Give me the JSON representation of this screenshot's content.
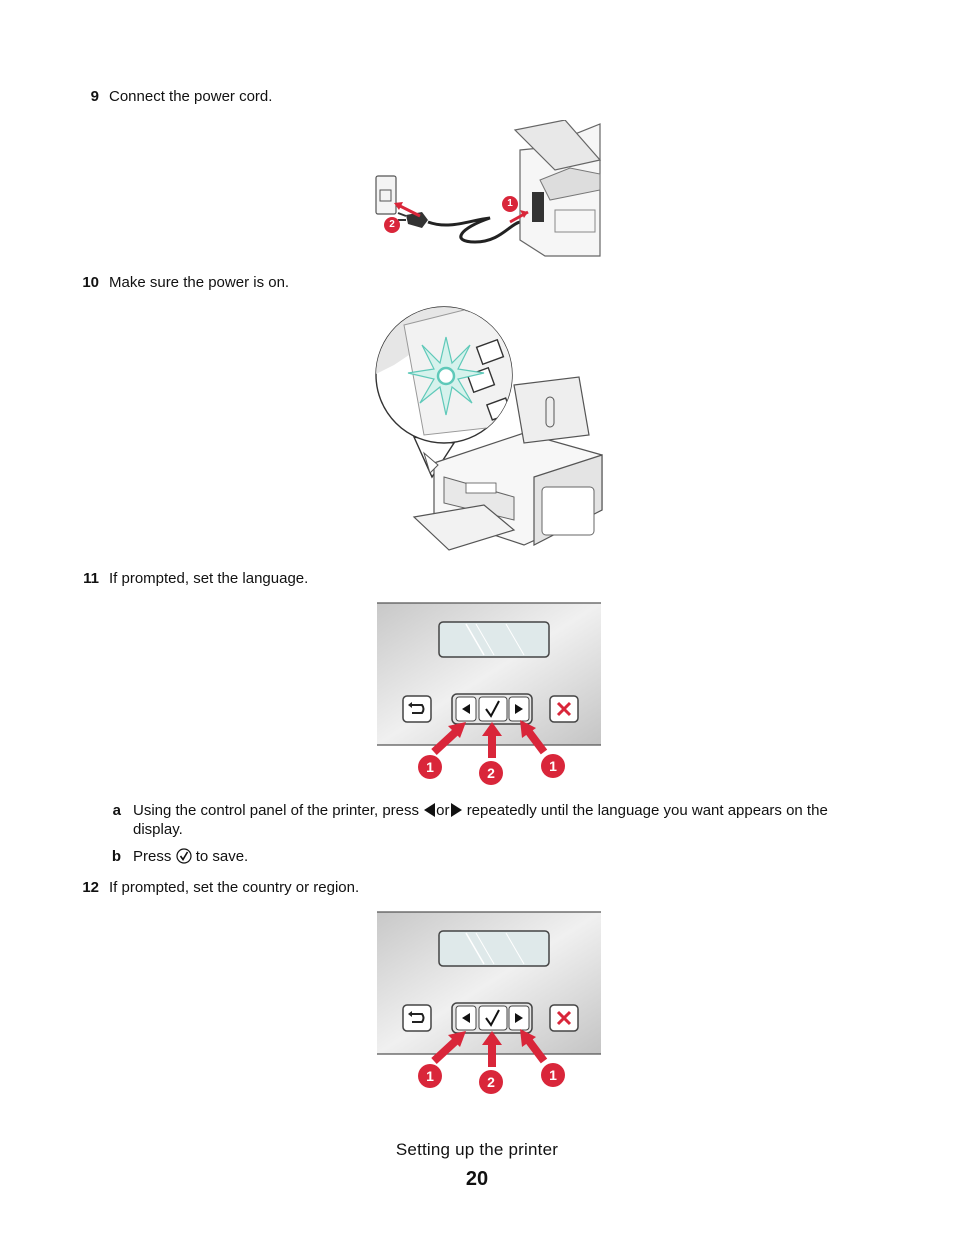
{
  "steps": {
    "s9": {
      "num": "9",
      "text": "Connect the power cord."
    },
    "s10": {
      "num": "10",
      "text": "Make sure the power is on."
    },
    "s11": {
      "num": "11",
      "text": "If prompted, set the language."
    },
    "s12": {
      "num": "12",
      "text": "If prompted, set the country or region."
    }
  },
  "substeps": {
    "a": {
      "letter": "a",
      "pre": "Using the control panel of the printer, press",
      "mid": "or",
      "post": "repeatedly until the language you want appears on the",
      "cont": "display."
    },
    "b": {
      "letter": "b",
      "pre": "Press",
      "post": "to save."
    }
  },
  "callouts": {
    "one": "1",
    "two": "2"
  },
  "footer": {
    "title": "Setting up the printer",
    "page": "20"
  },
  "colors": {
    "callout_red": "#d9263a",
    "panel_gray": "#cfcfcf",
    "glow_teal": "#5fc9b9"
  },
  "icons": [
    "left-arrow-icon",
    "right-arrow-icon",
    "checkmark-icon",
    "back-icon",
    "cancel-icon",
    "power-icon"
  ]
}
